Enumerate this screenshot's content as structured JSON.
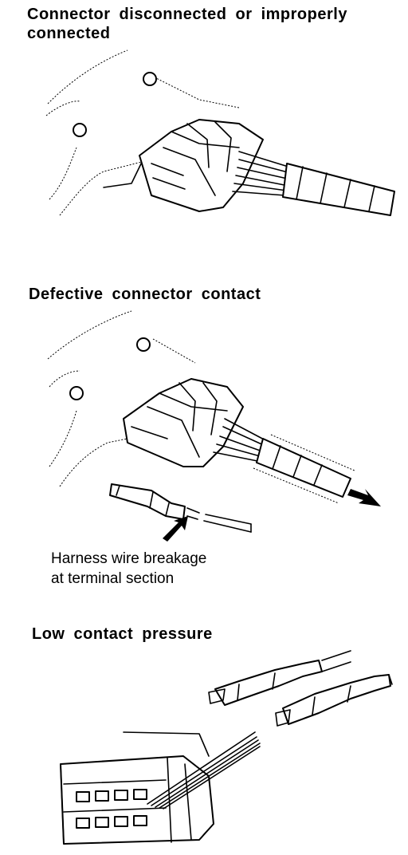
{
  "sections": [
    {
      "title": "Connector disconnected or improperly connected"
    },
    {
      "title": "Defective connector contact"
    },
    {
      "title": "Low contact pressure"
    }
  ],
  "annotation": {
    "line1": "Harness wire breakage",
    "line2": "at terminal section"
  },
  "colors": {
    "ink": "#000000",
    "paper": "#ffffff"
  }
}
